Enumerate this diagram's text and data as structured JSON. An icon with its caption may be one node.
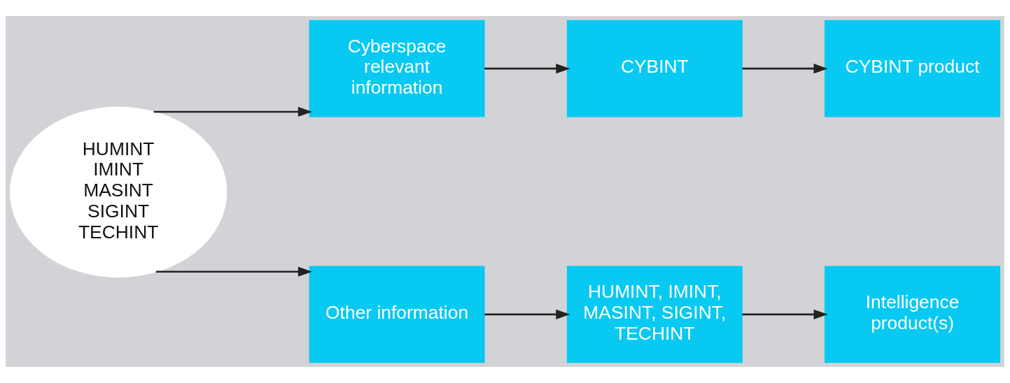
{
  "diagram": {
    "nodes": [
      {
        "text": [
          "HUMINT",
          "IMINT",
          "MASINT",
          "SIGINT",
          "TECHINT"
        ]
      },
      {
        "text": [
          "Cyberspace relevant information"
        ]
      },
      {
        "text": [
          "CYBINT"
        ]
      },
      {
        "text": [
          "CYBINT product"
        ]
      },
      {
        "text": [
          "Other information"
        ]
      },
      {
        "text": [
          "HUMINT, IMINT, MASINT, SIGINT, TECHINT"
        ]
      },
      {
        "text": [
          "Intelligence product(s)"
        ]
      }
    ],
    "edges": [
      {
        "from": 0,
        "to": 1,
        "arrow": "to"
      },
      {
        "from": 0,
        "to": 4,
        "arrow": "to"
      },
      {
        "from": 1,
        "to": 2,
        "arrow": "to"
      },
      {
        "from": 2,
        "to": 3,
        "arrow": "to"
      },
      {
        "from": 4,
        "to": 5,
        "arrow": "to"
      },
      {
        "from": 5,
        "to": 6,
        "arrow": "to"
      }
    ]
  }
}
